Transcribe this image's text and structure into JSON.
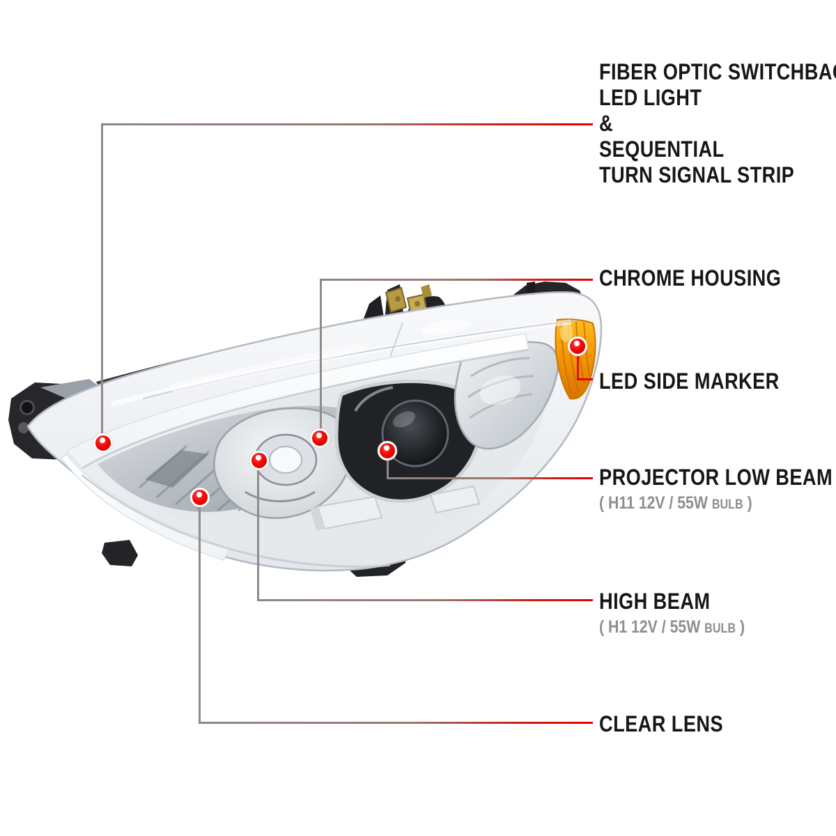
{
  "colors": {
    "accent_red": "#e60000",
    "callout_gray": "#8e8884",
    "label_black": "#161616",
    "spec_gray": "#8e8e8e",
    "amber": "#f59300",
    "dot_red": "#ee0000",
    "background": "#ffffff"
  },
  "diagram": {
    "subject": "headlight assembly callout diagram",
    "callouts": [
      {
        "id": "fiber-optic",
        "label_lines": [
          "FIBER OPTIC SWITCHBACK",
          "LED LIGHT",
          "&",
          "SEQUENTIAL",
          "TURN SIGNAL STRIP"
        ]
      },
      {
        "id": "chrome-housing",
        "label": "CHROME HOUSING"
      },
      {
        "id": "led-side-marker",
        "label": "LED SIDE MARKER"
      },
      {
        "id": "projector-low-beam",
        "label": "PROJECTOR LOW BEAM",
        "spec_prefix": "( H11 12V / 55W ",
        "spec_bulb": "BULB",
        "spec_suffix": " )"
      },
      {
        "id": "high-beam",
        "label": "HIGH BEAM",
        "spec_prefix": "( H1 12V / 55W ",
        "spec_bulb": "BULB",
        "spec_suffix": " )"
      },
      {
        "id": "clear-lens",
        "label": "CLEAR LENS"
      }
    ]
  }
}
